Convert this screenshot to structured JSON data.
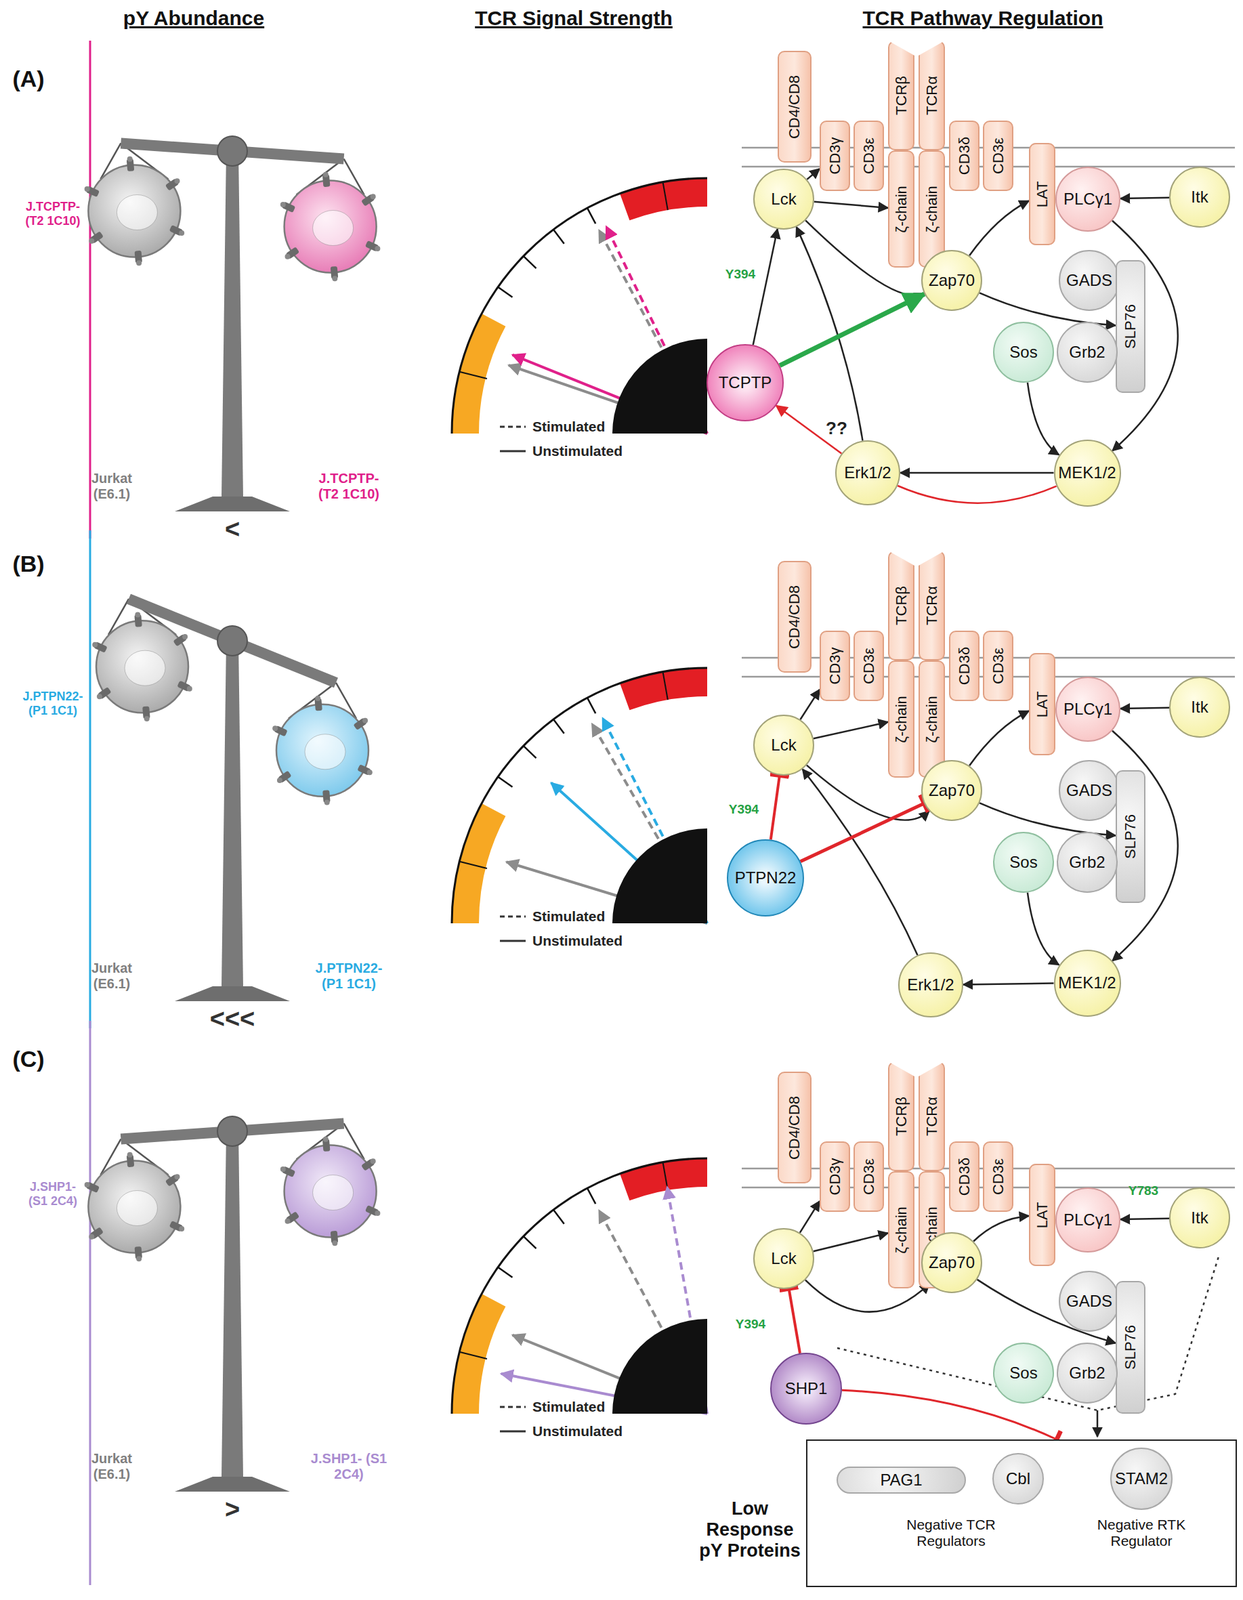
{
  "diagram": {
    "nodes": [
      {
        "text": [
          "CD4/CD8"
        ]
      },
      {
        "text": [
          "CD3γ"
        ]
      },
      {
        "text": [
          "CD3ε"
        ]
      },
      {
        "text": [
          "TCRβ"
        ]
      },
      {
        "text": [
          "TCRα"
        ]
      },
      {
        "text": [
          "ζ-chain"
        ]
      },
      {
        "text": [
          "ζ-chain"
        ]
      },
      {
        "text": [
          "CD3δ"
        ]
      },
      {
        "text": [
          "CD3ε"
        ]
      },
      {
        "text": [
          "LAT"
        ]
      },
      {
        "text": [
          "PLCγ1"
        ]
      },
      {
        "text": [
          "Itk"
        ]
      },
      {
        "text": [
          "Lck"
        ]
      },
      {
        "text": [
          "Zap70"
        ]
      },
      {
        "text": [
          "GADS"
        ]
      },
      {
        "text": [
          "SLP76"
        ]
      },
      {
        "text": [
          "Sos"
        ]
      },
      {
        "text": [
          "Grb2"
        ]
      },
      {
        "text": [
          "TCPTP"
        ]
      },
      {
        "text": [
          "Erk1/2"
        ]
      },
      {
        "text": [
          "MEK1/2"
        ]
      },
      {
        "text": [
          "CD4/CD8"
        ]
      },
      {
        "text": [
          "CD3γ"
        ]
      },
      {
        "text": [
          "CD3ε"
        ]
      },
      {
        "text": [
          "TCRβ"
        ]
      },
      {
        "text": [
          "TCRα"
        ]
      },
      {
        "text": [
          "ζ-chain"
        ]
      },
      {
        "text": [
          "ζ-chain"
        ]
      },
      {
        "text": [
          "CD3δ"
        ]
      },
      {
        "text": [
          "CD3ε"
        ]
      },
      {
        "text": [
          "LAT"
        ]
      },
      {
        "text": [
          "PLCγ1"
        ]
      },
      {
        "text": [
          "Itk"
        ]
      },
      {
        "text": [
          "Lck"
        ]
      },
      {
        "text": [
          "Zap70"
        ]
      },
      {
        "text": [
          "GADS"
        ]
      },
      {
        "text": [
          "SLP76"
        ]
      },
      {
        "text": [
          "Sos"
        ]
      },
      {
        "text": [
          "Grb2"
        ]
      },
      {
        "text": [
          "PTPN22"
        ]
      },
      {
        "text": [
          "Erk1/2"
        ]
      },
      {
        "text": [
          "MEK1/2"
        ]
      },
      {
        "text": [
          "CD4/CD8"
        ]
      },
      {
        "text": [
          "CD3γ"
        ]
      },
      {
        "text": [
          "CD3ε"
        ]
      },
      {
        "text": [
          "TCRβ"
        ]
      },
      {
        "text": [
          "TCRα"
        ]
      },
      {
        "text": [
          "ζ-chain"
        ]
      },
      {
        "text": [
          "ζ-chain"
        ]
      },
      {
        "text": [
          "CD3δ"
        ]
      },
      {
        "text": [
          "CD3ε"
        ]
      },
      {
        "text": [
          "LAT"
        ]
      },
      {
        "text": [
          "PLCγ1"
        ]
      },
      {
        "text": [
          "Itk"
        ]
      },
      {
        "text": [
          "Lck"
        ]
      },
      {
        "text": [
          "Zap70"
        ]
      },
      {
        "text": [
          "GADS"
        ]
      },
      {
        "text": [
          "SLP76"
        ]
      },
      {
        "text": [
          "Sos"
        ]
      },
      {
        "text": [
          "Grb2"
        ]
      },
      {
        "text": [
          "SHP1"
        ]
      },
      {
        "text": [
          "Low Response pY Proteins",
          "Negative TCR Regulators",
          "Negative RTK Regulator"
        ]
      },
      {
        "text": [
          "PAG1"
        ],
        "in": 61
      },
      {
        "text": [
          "Cbl"
        ],
        "in": 61
      },
      {
        "text": [
          "STAM2"
        ],
        "in": 61
      }
    ],
    "edges": [
      {
        "from": 12,
        "to": 1,
        "arrow": "to"
      },
      {
        "from": 12,
        "to": 5,
        "arrow": "to"
      },
      {
        "from": 12,
        "to": 13,
        "arrow": "to"
      },
      {
        "from": 13,
        "to": 9,
        "arrow": "to"
      },
      {
        "from": 13,
        "to": 15,
        "arrow": "to"
      },
      {
        "from": 11,
        "to": 10,
        "arrow": "to"
      },
      {
        "from": 10,
        "to": 20,
        "arrow": "to"
      },
      {
        "from": 16,
        "to": 20,
        "arrow": "to"
      },
      {
        "from": 20,
        "to": 19,
        "arrow": "to"
      },
      {
        "from": 19,
        "to": 12,
        "arrow": "to"
      },
      {
        "from": 18,
        "to": 12,
        "arrow": "to"
      },
      {
        "from": 18,
        "to": 13,
        "arrow": "to"
      },
      {
        "from": 19,
        "to": 18,
        "label": "??",
        "arrow": "to"
      },
      {
        "from": 20,
        "to": 19,
        "arrow": "none"
      },
      {
        "from": 33,
        "to": 22,
        "arrow": "to"
      },
      {
        "from": 33,
        "to": 26,
        "arrow": "to"
      },
      {
        "from": 33,
        "to": 34,
        "arrow": "to"
      },
      {
        "from": 34,
        "to": 30,
        "arrow": "to"
      },
      {
        "from": 34,
        "to": 36,
        "arrow": "to"
      },
      {
        "from": 32,
        "to": 31,
        "arrow": "to"
      },
      {
        "from": 31,
        "to": 41,
        "arrow": "to"
      },
      {
        "from": 37,
        "to": 41,
        "arrow": "to"
      },
      {
        "from": 41,
        "to": 40,
        "arrow": "to"
      },
      {
        "from": 40,
        "to": 33,
        "arrow": "to"
      },
      {
        "from": 39,
        "to": 33,
        "arrow": "to"
      },
      {
        "from": 39,
        "to": 34,
        "arrow": "to"
      },
      {
        "from": 54,
        "to": 43,
        "arrow": "to"
      },
      {
        "from": 54,
        "to": 47,
        "arrow": "to"
      },
      {
        "from": 54,
        "to": 55,
        "arrow": "to"
      },
      {
        "from": 55,
        "to": 51,
        "arrow": "to"
      },
      {
        "from": 55,
        "to": 57,
        "arrow": "to"
      },
      {
        "from": 53,
        "to": 52,
        "arrow": "to"
      },
      {
        "from": 60,
        "to": 54,
        "arrow": "to"
      },
      {
        "from": 60,
        "to": 61,
        "arrow": "to"
      }
    ],
    "labels": [
      "pY Abundance",
      "TCR Signal Strength",
      "TCR Pathway Regulation",
      "(A)",
      "J.TCPTP- (T2 1C10)",
      "Jurkat (E6.1)",
      "<",
      "J.TCPTP- (T2 1C10)",
      "Y394",
      "(B)",
      "J.PTPN22- (P1 1C1)",
      "Jurkat (E6.1)",
      "<<<",
      "J.PTPN22- (P1 1C1)",
      "Y394",
      "(C)",
      "J.SHP1- (S1 2C4)",
      "Jurkat (E6.1)",
      ">",
      "J.SHP1- (S1 2C4)",
      "Y783",
      "Y394"
    ],
    "legend": [
      {
        "text": "Stimulated"
      },
      {
        "text": "Unstimulated"
      },
      {
        "text": "Stimulated"
      },
      {
        "text": "Unstimulated"
      },
      {
        "text": "Stimulated"
      },
      {
        "text": "Unstimulated"
      }
    ]
  }
}
